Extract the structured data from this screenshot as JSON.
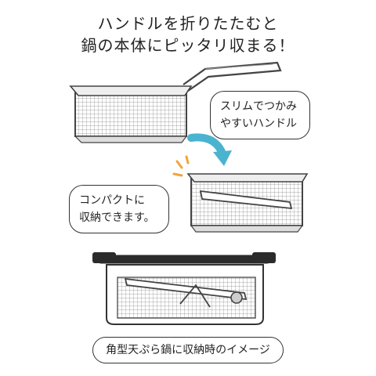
{
  "headline": {
    "line1": "ハンドルを折りたたむと",
    "line2": "鍋の本体にピッタリ収まる！"
  },
  "bubble_handle": {
    "line1": "スリムでつかみ",
    "line2": "やすいハンドル"
  },
  "bubble_compact": {
    "line1": "コンパクトに",
    "line2": "収納できます。"
  },
  "caption": "角型天ぷら鍋に収納時のイメージ",
  "colors": {
    "arrow": "#4ab3cf",
    "spark": "#f2a43a",
    "pot_rim": "#2b2b2b"
  }
}
